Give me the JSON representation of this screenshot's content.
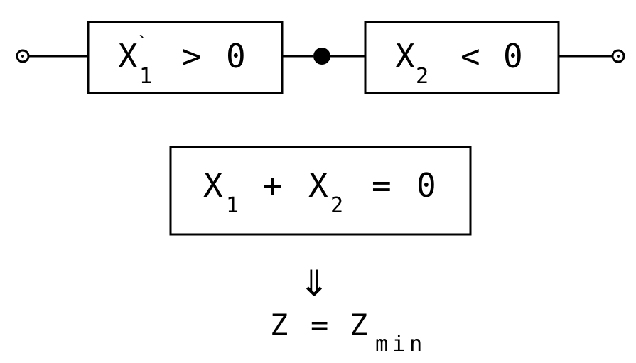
{
  "diagram": {
    "block_1": {
      "symbol": "X",
      "subscript": "1",
      "relation": ">",
      "value": "0"
    },
    "block_2": {
      "symbol": "X",
      "subscript": "2",
      "relation": "<",
      "value": "0"
    },
    "condition": {
      "term_1": "X",
      "term_1_subscript": "1",
      "plus": "+",
      "term_2": "X",
      "term_2_subscript": "2",
      "equals": "=",
      "value": "0"
    },
    "arrow": "⇓",
    "result": {
      "lhs": "Z",
      "equals": "=",
      "rhs": "Z",
      "rhs_subscript": "min"
    }
  }
}
